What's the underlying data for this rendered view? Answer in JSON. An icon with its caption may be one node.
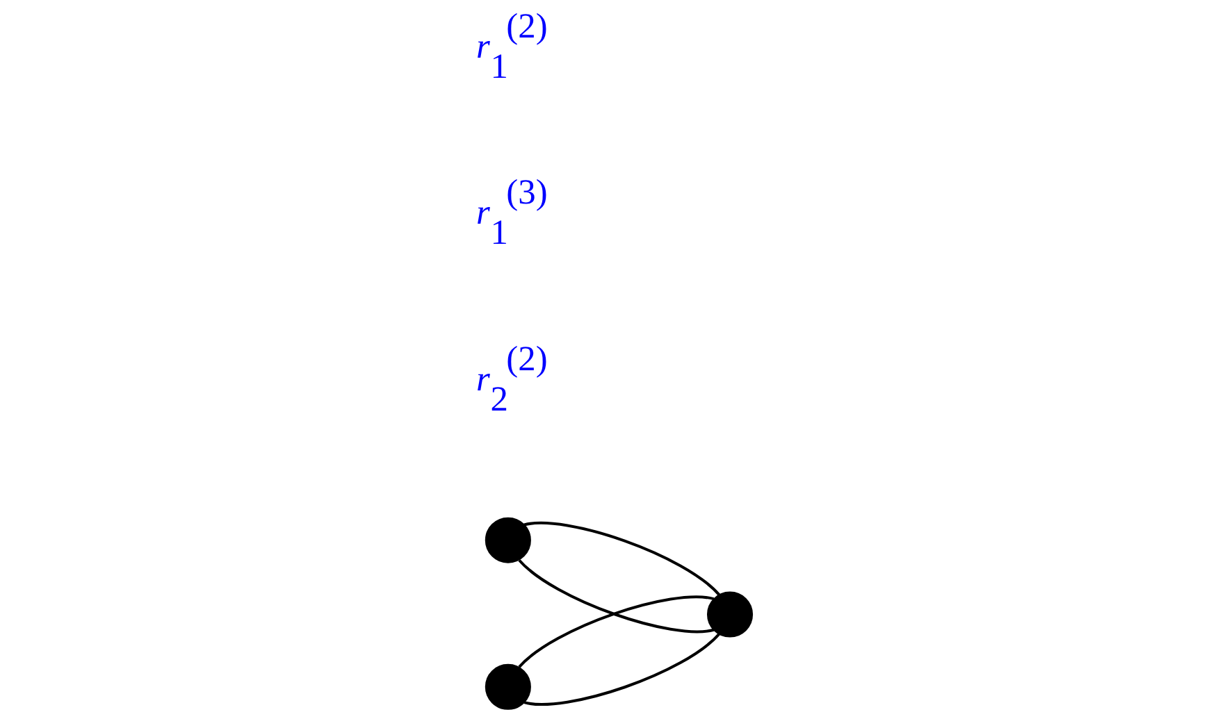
{
  "diagram": {
    "nodes": [
      {
        "text": [],
        "shape": "circle"
      },
      {
        "text": [],
        "shape": "circle"
      },
      {
        "text": [],
        "shape": "circle"
      }
    ],
    "edges": [
      {
        "from": 0,
        "to": 2,
        "arrow": "none"
      },
      {
        "from": 0,
        "to": 2,
        "arrow": "none"
      },
      {
        "from": 1,
        "to": 2,
        "arrow": "none"
      },
      {
        "from": 1,
        "to": 2,
        "arrow": "none"
      }
    ],
    "labels": [
      "r$_{2}$$^{(2)}$",
      "r$_{1}$$^{(3)}$",
      "r$_{1}$$^{(2)}$"
    ]
  }
}
